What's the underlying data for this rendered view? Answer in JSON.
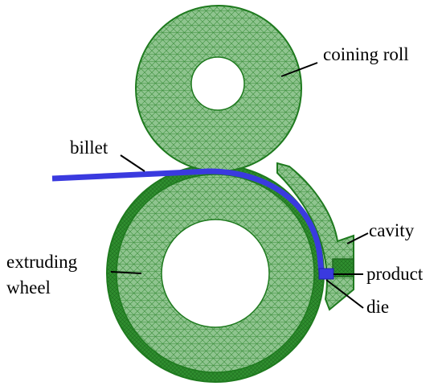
{
  "labels": {
    "coining_roll": "coining roll",
    "billet": "billet",
    "cavity": "cavity",
    "extruding_line1": "extruding",
    "extruding_line2": "wheel",
    "product": "product",
    "die": "die"
  },
  "colors": {
    "mesh_light": "#8fc48f",
    "mesh_dark": "#1e7a1e",
    "mesh_line": "#3c8f3c",
    "wheel_rim": "#2f8f2f",
    "billet": "#3a3adf",
    "billet_dark": "#1f1fb0",
    "background": "#ffffff"
  }
}
